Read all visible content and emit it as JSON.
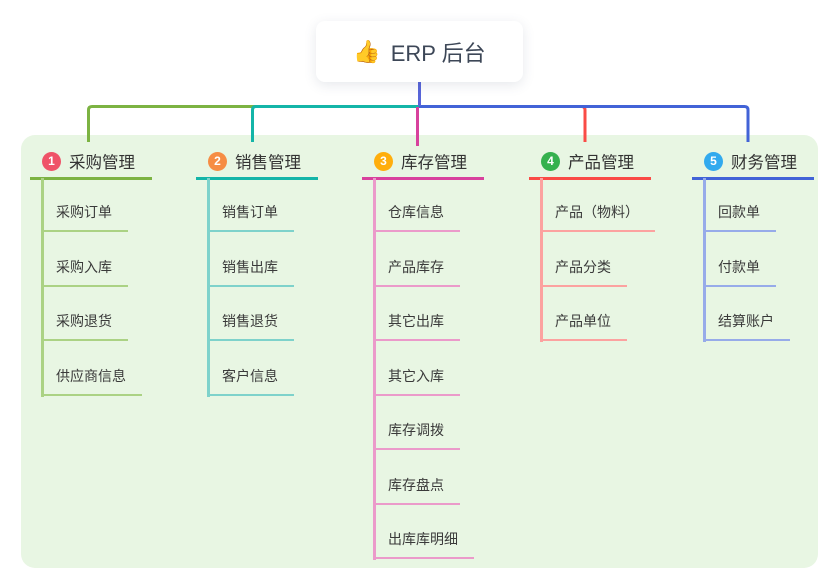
{
  "root": {
    "icon": "👍",
    "label": "ERP 后台",
    "line_color": "#5865d9"
  },
  "panel": {
    "bg": "#e8f6e3"
  },
  "branches": [
    {
      "badge": "1",
      "title": "采购管理",
      "badge_color": "#ef5368",
      "color": "#7cb342",
      "light_color": "#abd284",
      "children": [
        "采购订单",
        "采购入库",
        "采购退货",
        "供应商信息"
      ]
    },
    {
      "badge": "2",
      "title": "销售管理",
      "badge_color": "#f68d44",
      "color": "#14b5a8",
      "light_color": "#7ed2cb",
      "children": [
        "销售订单",
        "销售出库",
        "销售退货",
        "客户信息"
      ]
    },
    {
      "badge": "3",
      "title": "库存管理",
      "badge_color": "#ffae0c",
      "color": "#d8419d",
      "light_color": "#eb9aca",
      "children": [
        "仓库信息",
        "产品库存",
        "其它出库",
        "其它入库",
        "库存调拨",
        "库存盘点",
        "出库库明细"
      ]
    },
    {
      "badge": "4",
      "title": "产品管理",
      "badge_color": "#35b14e",
      "color": "#fa4b46",
      "light_color": "#fca2a0",
      "children": [
        "产品（物料）",
        "产品分类",
        "产品单位"
      ]
    },
    {
      "badge": "5",
      "title": "财务管理",
      "badge_color": "#32aaee",
      "color": "#4263d7",
      "light_color": "#97abe9",
      "children": [
        "回款单",
        "付款单",
        "结算账户"
      ]
    }
  ]
}
